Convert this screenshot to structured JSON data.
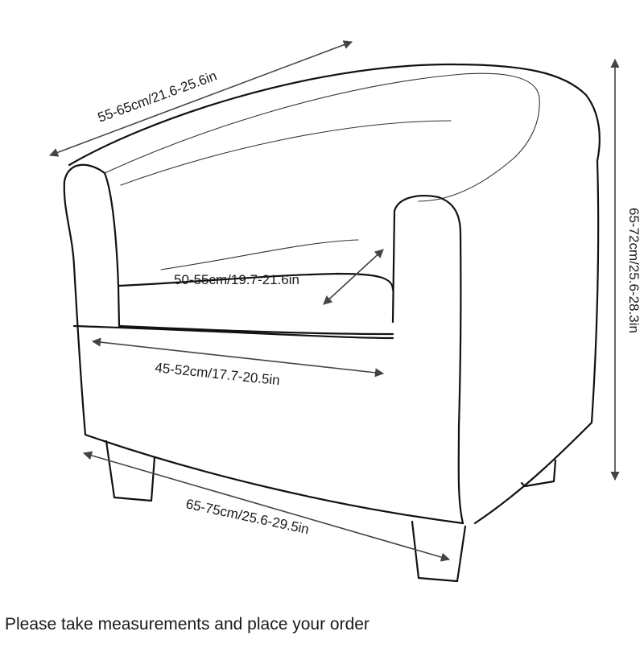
{
  "dimensions": {
    "back_width": "55-65cm/21.6-25.6in",
    "seat_depth": "50-55cm/19.7-21.6in",
    "seat_width": "45-52cm/17.7-20.5in",
    "total_width": "65-75cm/25.6-29.5in",
    "height": "65-72cm/25.6-28.3in"
  },
  "caption": "Please take measurements and place your order",
  "colors": {
    "line": "#111111",
    "background": "#ffffff"
  }
}
